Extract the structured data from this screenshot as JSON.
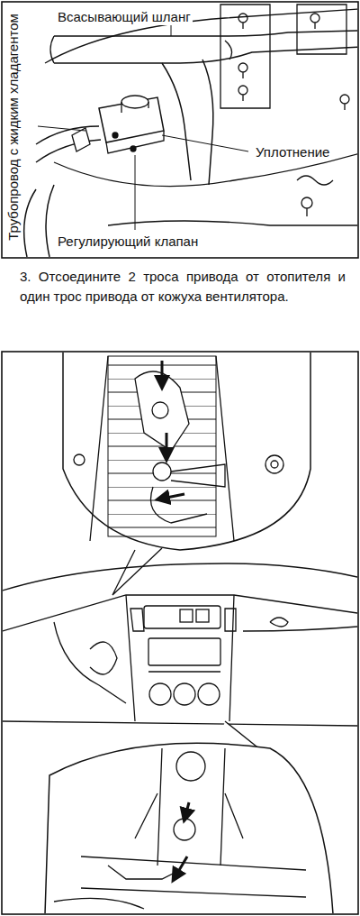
{
  "diagram": {
    "labels": [
      "Всасывающий шланг",
      "Трубопровод с жидким хладагентом",
      "Уплотнение",
      "Регулирующий клапан",
      "3. Отсоедините 2 троса привода от отопителя и один трос привода от кожуха вентилятора."
    ]
  }
}
